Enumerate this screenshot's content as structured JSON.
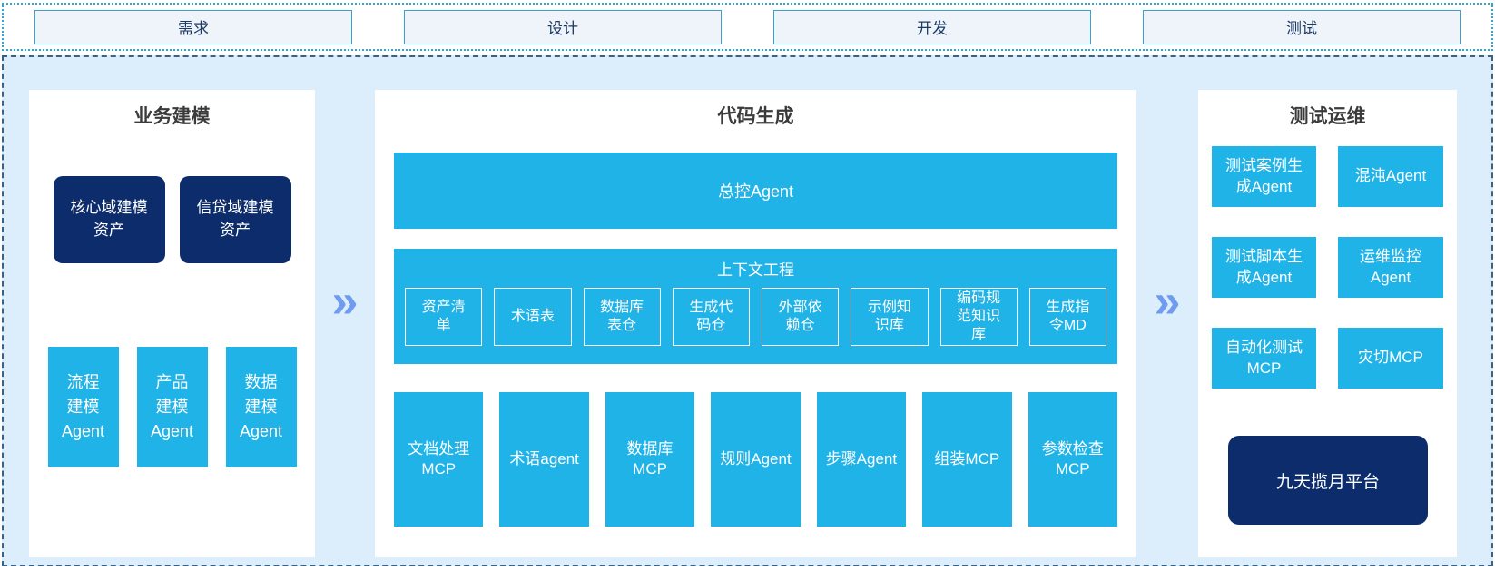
{
  "phases": [
    "需求",
    "设计",
    "开发",
    "测试"
  ],
  "business": {
    "title": "业务建模",
    "assets": [
      "核心域建模资产",
      "信贷域建模资产"
    ],
    "agents": [
      "流程建模Agent",
      "产品建模Agent",
      "数据建模Agent"
    ]
  },
  "codegen": {
    "title": "代码生成",
    "master": "总控Agent",
    "context": {
      "title": "上下文工程",
      "items": [
        "资产清单",
        "术语表",
        "数据库表仓",
        "生成代码仓",
        "外部依赖仓",
        "示例知识库",
        "编码规范知识库",
        "生成指令MD"
      ]
    },
    "tools": [
      "文档处理MCP",
      "术语agent",
      "数据库MCP",
      "规则Agent",
      "步骤Agent",
      "组装MCP",
      "参数检查MCP"
    ]
  },
  "testops": {
    "title": "测试运维",
    "boxes": [
      "测试案例生成Agent",
      "混沌Agent",
      "测试脚本生成Agent",
      "运维监控Agent",
      "自动化测试MCP",
      "灾切MCP"
    ],
    "platform": "九天揽月平台"
  },
  "icons": {
    "chevron": "»"
  },
  "colors": {
    "cyan": "#20b3e8",
    "navy": "#0d2c6b",
    "band_bg": "#dceefb",
    "chevron": "#6f9bf0",
    "phase_box_bg": "#eef4fa",
    "phase_border": "#35a3cd",
    "top_band_border": "#2ba7d1",
    "main_band_border": "#3a6285"
  }
}
